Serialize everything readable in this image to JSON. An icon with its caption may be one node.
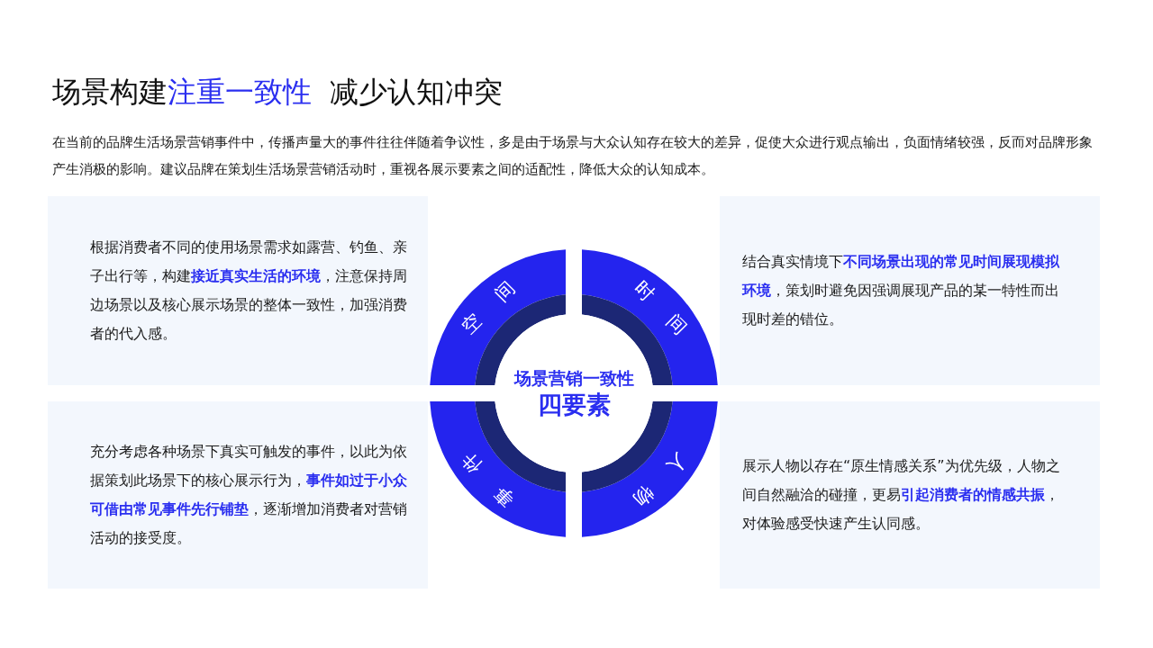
{
  "diagram": {
    "title": "场景构建**注重一致性**  减少认知冲突",
    "nodes": [
      {
        "text": [
          "根据消费者不同的使用场景需求如露营、钓鱼、亲子出行等，构建**接近真实生活的环境**，注意保持周边场景以及核心展示场景的整体一致性，加强消费者的代入感。"
        ]
      },
      {
        "text": [
          "结合真实情境下**不同场景出现的常见时间展现模拟环境**，策划时避免因强调展现产品的某一特性而出现时差的错位。"
        ]
      },
      {
        "text": [
          "充分考虑各种场景下真实可触发的事件，以此为依据策划此场景下的核心展示行为，**事件如过于小众可借由常见事件先行铺垫**，逐渐增加消费者对营销活动的接受度。"
        ]
      },
      {
        "text": [
          "展示人物以存在“原生情感关系”为优先级，人物之间自然融洽的碰撞，更易**引起消费者的情感共振**，对体验感受快速产生认同感。"
        ]
      },
      {
        "text": [
          "空间"
        ]
      },
      {
        "text": [
          "时间"
        ]
      },
      {
        "text": [
          "事件"
        ]
      },
      {
        "text": [
          "人物"
        ]
      },
      {
        "text": [
          "场景营销一致性",
          "四要素"
        ]
      }
    ],
    "labels": [
      "在当前的品牌生活场景营销事件中，传播声量大的事件往往伴随着争议性，多是由于场景与大众认知存在较大的差异，促使大众进行观点输出，负面情绪较强，反而对品牌形象产生消极的影响。建议品牌在策划生活场景营销活动时，重视各展示要素之间的适配性，降低大众的认知成本。"
    ]
  }
}
